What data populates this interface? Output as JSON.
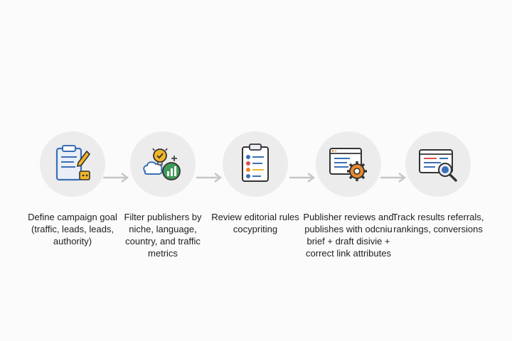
{
  "steps": [
    {
      "label": "Define campaign goal (traffic, leads, leads, authority)",
      "icon": "clipboard-pencil-icon"
    },
    {
      "label": "Filter publishers by niche, language, country, and traffic metrics",
      "icon": "lightbulb-chart-icon"
    },
    {
      "label": "Review editorial rules cocypriting",
      "icon": "checklist-icon"
    },
    {
      "label": "Publisher reviews and publishes with odcniu brief + draft disivie + correct link attributes",
      "icon": "browser-gear-icon"
    },
    {
      "label": "Track results referrals, rankings, conversions",
      "icon": "browser-magnifier-icon"
    }
  ],
  "colors": {
    "accent_blue": "#3b6fb6",
    "accent_yellow": "#f2b52a",
    "accent_green": "#3e9b5a",
    "accent_orange": "#e9892b",
    "accent_red": "#d9534f",
    "arrow": "#c6c6c6"
  }
}
